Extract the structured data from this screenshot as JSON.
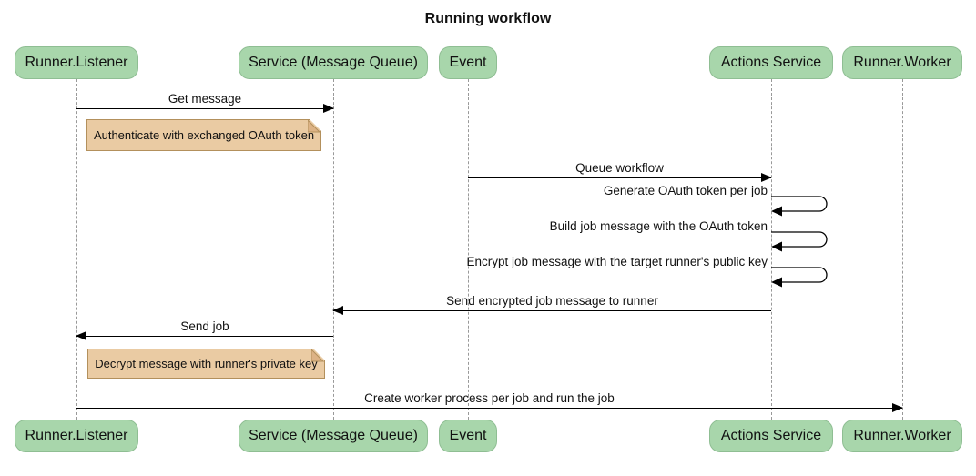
{
  "title": "Running workflow",
  "colors": {
    "actor_fill": "#a8d6ab",
    "actor_border": "#8fbe93",
    "note_fill": "#eacba3",
    "note_border": "#b3905c",
    "lifeline": "#999999",
    "arrow": "#000000"
  },
  "actors": [
    {
      "label": "Runner.Listener"
    },
    {
      "label": "Service (Message Queue)"
    },
    {
      "label": "Event"
    },
    {
      "label": "Actions Service"
    },
    {
      "label": "Runner.Worker"
    }
  ],
  "messages": [
    {
      "label": "Get message",
      "from": "Runner.Listener",
      "to": "Service (Message Queue)"
    },
    {
      "label": "Queue workflow",
      "from": "Event",
      "to": "Actions Service"
    },
    {
      "label": "Generate OAuth token per job",
      "from": "Actions Service",
      "to": "Actions Service"
    },
    {
      "label": "Build job message with the OAuth token",
      "from": "Actions Service",
      "to": "Actions Service"
    },
    {
      "label": "Encrypt job message with the target runner's public key",
      "from": "Actions Service",
      "to": "Actions Service"
    },
    {
      "label": "Send encrypted job message to runner",
      "from": "Actions Service",
      "to": "Service (Message Queue)"
    },
    {
      "label": "Send job",
      "from": "Service (Message Queue)",
      "to": "Runner.Listener"
    },
    {
      "label": "Create worker process per job and run the job",
      "from": "Runner.Listener",
      "to": "Runner.Worker"
    }
  ],
  "notes": [
    {
      "text": "Authenticate with exchanged OAuth token"
    },
    {
      "text": "Decrypt message with runner's private key"
    }
  ]
}
